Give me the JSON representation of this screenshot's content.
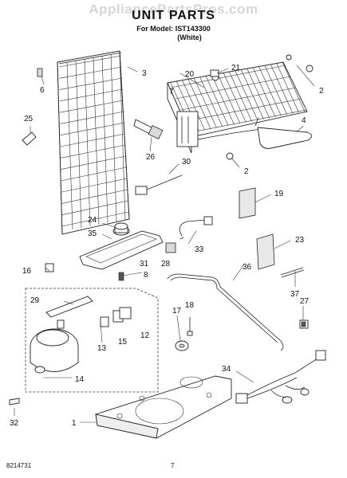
{
  "watermark": "AppliancePartsPros.com",
  "title": "UNIT PARTS",
  "model_line": "For Model: IST143300",
  "variant": "(White)",
  "footer": {
    "doc_number": "8214731",
    "page": "7"
  },
  "callouts": [
    "3",
    "6",
    "25",
    "26",
    "30",
    "24",
    "35",
    "16",
    "31",
    "28",
    "8",
    "29",
    "15",
    "13",
    "12",
    "14",
    "32",
    "1",
    "7",
    "20",
    "21",
    "2",
    "4",
    "2",
    "19",
    "23",
    "33",
    "36",
    "37",
    "27",
    "17",
    "18",
    "34"
  ]
}
